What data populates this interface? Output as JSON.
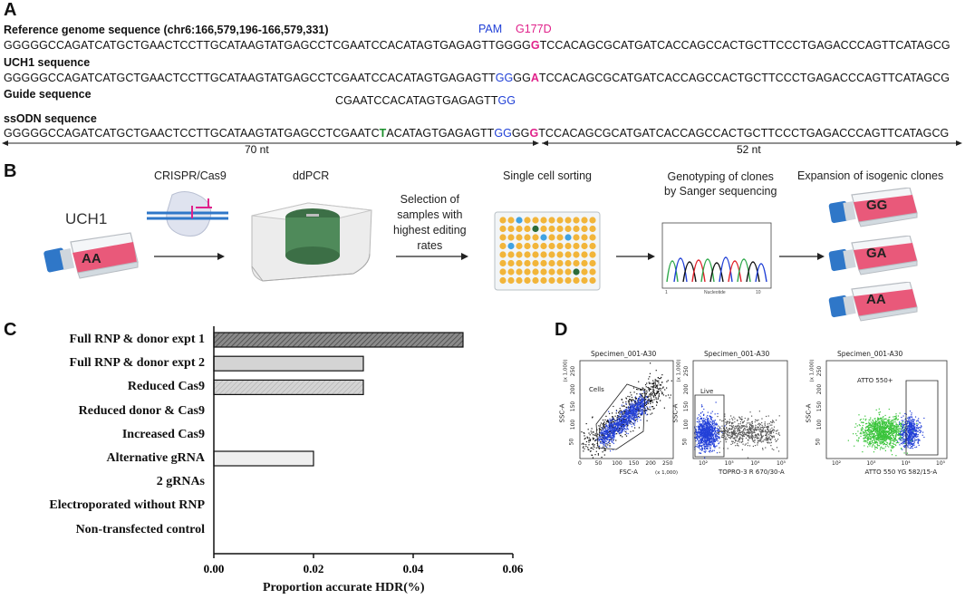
{
  "panelA": {
    "letter": "A",
    "ref_title": "Reference genome sequence (chr6:166,579,196-166,579,331)",
    "pam_label": "PAM",
    "g177d_label": "G177D",
    "ref_seq": {
      "a": "GGGGGCCAGATCATGCTGAACTCCTTGCATAAGTATGAGCCTCGAATCCACATAGTGAGAGTTGGGG",
      "m": "G",
      "b": "TCCACAGCGCATGATCACCAGCCACTGCTTCCCTGAGACCCAGTTCATAGCG"
    },
    "uch1_title": "UCH1 sequence",
    "uch1_seq": {
      "a": "GGGGGCCAGATCATGCTGAACTCCTTGCATAAGTATGAGCCTCGAATCCACATAGTGAGAGTT",
      "p": "GG",
      "c": "GG",
      "m": "A",
      "b": "TCCACAGCGCATGATCACCAGCCACTGCTTCCCTGAGACCCAGTTCATAGCG"
    },
    "guide_title": "Guide sequence",
    "guide_seq": {
      "a": "CGAATCCACATAGTGAGAGTT",
      "p": "GG"
    },
    "ssodn_title": "ssODN sequence",
    "ssodn_seq": {
      "a": "GGGGGCCAGATCATGCTGAACTCCTTGCATAAGTATGAGCCTCGAATC",
      "i": "T",
      "d": "ACATAGTGAGAGTT",
      "p": "GG",
      "c": "GG",
      "m": "G",
      "b": "TCCACAGCGCATGATCACCAGCCACTGCTTCCCTGAGACCCAGTTCATAGCG"
    },
    "left_nt": "70 nt",
    "right_nt": "52 nt"
  },
  "panelB": {
    "letter": "B",
    "uch1": "UCH1",
    "flask_label": "AA",
    "crispr": "CRISPR/Cas9",
    "ddpcr": "ddPCR",
    "selection": [
      "Selection of",
      "samples with",
      "highest editing",
      "rates"
    ],
    "sorting": "Single cell sorting",
    "genotyping": [
      "Genotyping of clones",
      "by Sanger sequencing"
    ],
    "expansion": "Expansion of isogenic clones",
    "clones": [
      "GG",
      "GA",
      "AA"
    ],
    "chrom_x": "Nucleotide",
    "chrom_t0": "1",
    "chrom_t1": "10"
  },
  "panelC": {
    "letter": "C",
    "xlabel": "Proportion accurate HDR(%)"
  },
  "chart_data": {
    "type": "bar",
    "orientation": "horizontal",
    "categories": [
      "Full RNP & donor expt 1",
      "Full RNP & donor expt 2",
      "Reduced Cas9",
      "Reduced donor & Cas9",
      "Increased Cas9",
      "Alternative gRNA",
      "2 gRNAs",
      "Electroporated without RNP",
      "Non-transfected control"
    ],
    "values": [
      0.05,
      0.03,
      0.03,
      0,
      0,
      0.02,
      0,
      0,
      0
    ],
    "xlim": [
      0,
      0.06
    ],
    "xticks": [
      "0.00",
      "0.02",
      "0.04",
      "0.06"
    ],
    "xlabel": "Proportion accurate HDR(%)",
    "colors": {
      "hatched_dark": "#6e6e6e",
      "light": "#d4d4d4",
      "pale": "#efefef"
    }
  },
  "panelD": {
    "letter": "D",
    "plots": [
      {
        "title": "Specimen_001-A30",
        "xlabel": "FSC-A",
        "ylabel": "SSC-A",
        "gate": "Cells",
        "xunit": "(x 1,000)",
        "yunit": "(x 1,000)",
        "xticks": [
          "0",
          "50",
          "100",
          "150",
          "200",
          "250"
        ],
        "yticks": [
          "50",
          "100",
          "150",
          "200",
          "250"
        ]
      },
      {
        "title": "Specimen_001-A30",
        "xlabel": "TOPRO-3 R 670/30-A",
        "ylabel": "SSC-A",
        "gate": "Live",
        "yunit": "(x 1,000)",
        "xticks": [
          "10²",
          "10³",
          "10⁴",
          "10⁵"
        ],
        "yticks": [
          "50",
          "100",
          "150",
          "200",
          "250"
        ]
      },
      {
        "title": "Specimen_001-A30",
        "xlabel": "ATTO 550 YG 582/15-A",
        "ylabel": "SSC-A",
        "gate": "ATTO 550+",
        "yunit": "(x 1,000)",
        "xticks": [
          "10²",
          "10³",
          "10⁴",
          "10⁵"
        ],
        "yticks": [
          "50",
          "100",
          "150",
          "200",
          "250"
        ]
      }
    ]
  }
}
